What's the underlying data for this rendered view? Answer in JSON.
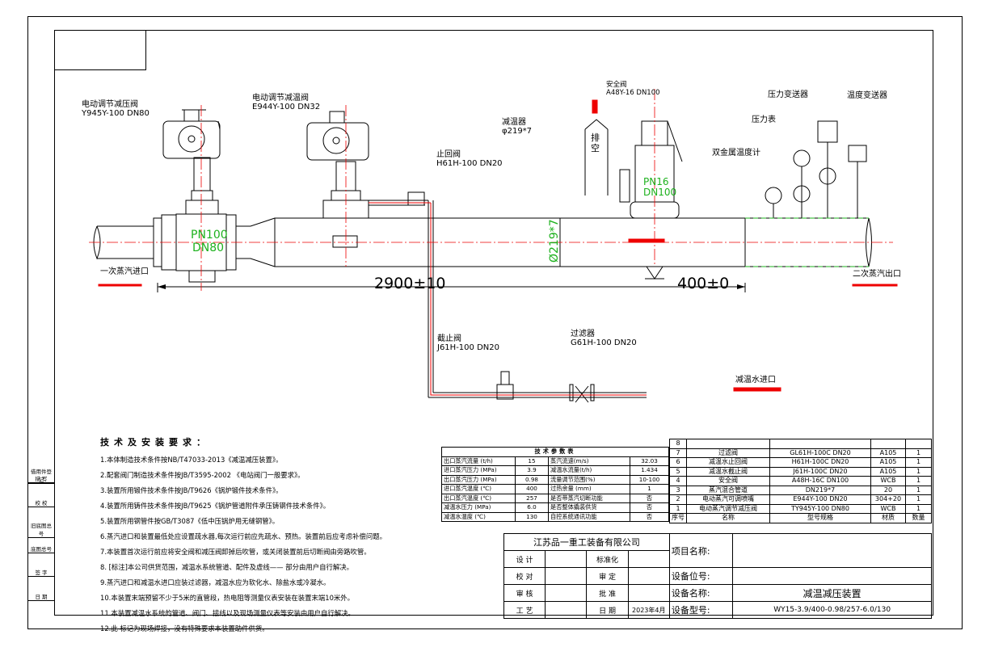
{
  "labels": {
    "valve1": [
      "电动调节减压阀",
      "Y945Y-100 DN80"
    ],
    "valve2": [
      "电动调节减温阀",
      "E944Y-100 DN32"
    ],
    "check_valve": [
      "止回阀",
      "H61H-100 DN20"
    ],
    "desuperheater": [
      "减温器",
      "φ219*7"
    ],
    "safety_valve": [
      "安全阀",
      "A48Y-16 DN100"
    ],
    "exhaust": "排空",
    "pressure_transmitter": "压力变送器",
    "temp_transmitter": "温度变送器",
    "pressure_gauge": "压力表",
    "bimetal_thermometer": "双金属温度计",
    "inlet": "一次蒸汽进口",
    "outlet": "二次蒸汽出口",
    "stop_valve": [
      "截止阀",
      "J61H-100 DN20"
    ],
    "filter": [
      "过滤器",
      "G61H-100 DN20"
    ],
    "water_inlet": "减温水进口",
    "pn100": "PN100",
    "dn80": "DN80",
    "pn16": "PN16",
    "dn100": "DN100",
    "dim_219": "Ø219*7",
    "dim_2900": "2900±10",
    "dim_400": "400±0"
  },
  "requirements": {
    "title": "技术及安装要求：",
    "items": [
      "1.本体制造技术条件按NB/T47033-2013《减温减压装置》。",
      "2.配套阀门制造技术条件按JB/T3595-2002 《电站阀门一般要求》。",
      "3.装置所用锻件技术条件按JB/T9626《锅炉锻件技术条件》。",
      "4.装置所用铸件技术条件按JB/T9625《锅炉管道附件承压铸钢件技术条件》。",
      "5.装置所用钢管件按GB/T3087《低中压锅炉用无缝钢管》。",
      "6.蒸汽进口和装置最低处应设置疏水器,每次运行前应先疏水、预热。装置前后应考虑补偿问题。",
      "7.本装置首次运行前应将安全阀和减压阀卸掉后吹管，或关闭装置前后切断阀由旁路吹管。",
      "8.  [标注]本公司供货范围，减温水系统管道、配件及虚线—— 部分由用户自行解决。",
      "9.蒸汽进口和减温水进口应装过滤器，减温水应为软化水、除盐水或冷凝水。",
      "10.本装置末端预留不少于5米的直管段，热电阻等测量仪表安装在装置末端10米外。",
      "11.本装置减温水系统的管道、阀门、接线以及现场测量仪表等安装由用户自行解决。",
      "12.此  标记为现场焊接，没有特殊要求本装置助件供货。"
    ]
  },
  "params": {
    "title": "技术参数表",
    "rows": [
      [
        "出口蒸汽流量 (t/h)",
        "15",
        "蒸汽流速(m/s)",
        "32.03"
      ],
      [
        "进口蒸汽压力 (MPa)",
        "3.9",
        "减温水流量(t/h)",
        "1.434"
      ],
      [
        "出口蒸汽压力 (MPa)",
        "0.98",
        "流量调节范围(%)",
        "10-100"
      ],
      [
        "进口蒸汽温度 (℃)",
        "400",
        "过热余量 (mm)",
        "1"
      ],
      [
        "出口蒸汽温度 (℃)",
        "257",
        "是否带蒸汽切断功能",
        "否"
      ],
      [
        "减温水压力      (MPa)",
        "6.0",
        "是否整体撬装供货",
        "否"
      ],
      [
        "减温水温度 (℃)",
        "130",
        "自控系统通讯功能",
        "否"
      ]
    ]
  },
  "parts": {
    "rows": [
      [
        "8",
        "",
        "",
        "",
        ""
      ],
      [
        "7",
        "过滤阀",
        "GL61H-100C DN20",
        "A105",
        "1"
      ],
      [
        "6",
        "减温水止回阀",
        "H61H-100C DN20",
        "A105",
        "1"
      ],
      [
        "5",
        "减温水截止阀",
        "J61H-100C DN20",
        "A105",
        "1"
      ],
      [
        "4",
        "安全阀",
        "A48H-16C DN100",
        "WCB",
        "1"
      ],
      [
        "3",
        "蒸汽混合管道",
        "DN219*7",
        "20",
        "1"
      ],
      [
        "2",
        "电动蒸汽可调喷嘴",
        "E944Y-100 DN20",
        "304+20",
        "1"
      ],
      [
        "1",
        "电动蒸汽调节减压阀",
        "TY945Y-100 DN80",
        "WCB",
        "1"
      ]
    ],
    "header": [
      "序号",
      "名称",
      "型号规格",
      "材质",
      "数量"
    ]
  },
  "titleblock": {
    "company": "江苏品一重工装备有限公司",
    "design": "设 计",
    "standard": "标准化",
    "check": "校 对",
    "review": "审 定",
    "audit": "审 核",
    "approve": "批 准",
    "process": "工 艺",
    "date": "日 期",
    "date_value": "2023年4月",
    "project_name": "项目名称:",
    "position": "设备位号:",
    "equip_name_label": "设备名称:",
    "equip_name": "减温减压装置",
    "model_label": "设备型号:",
    "model": "WY15-3.9/400-0.98/257-6.0/130"
  },
  "side": [
    "借用件登记",
    "描 写",
    "校 校",
    "旧底图总号",
    "底图总号",
    "签 字",
    "日 期"
  ]
}
